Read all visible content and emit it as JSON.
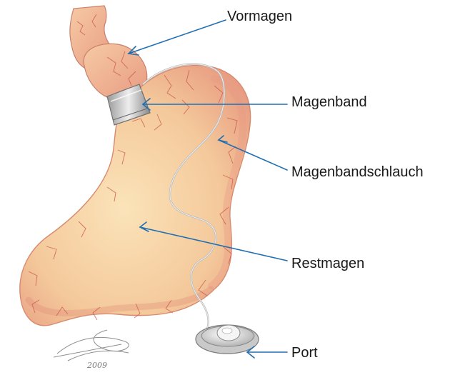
{
  "labels": {
    "vormagen": "Vormagen",
    "magenband": "Magenband",
    "magenbandschlauch": "Magenbandschlauch",
    "restmagen": "Restmagen",
    "port": "Port"
  },
  "signature": "2009",
  "colors": {
    "arrow": "#1f6fb2",
    "stomach": "#f3c79a",
    "stomach_edge": "#d88a6e",
    "vein": "#c9574a"
  }
}
